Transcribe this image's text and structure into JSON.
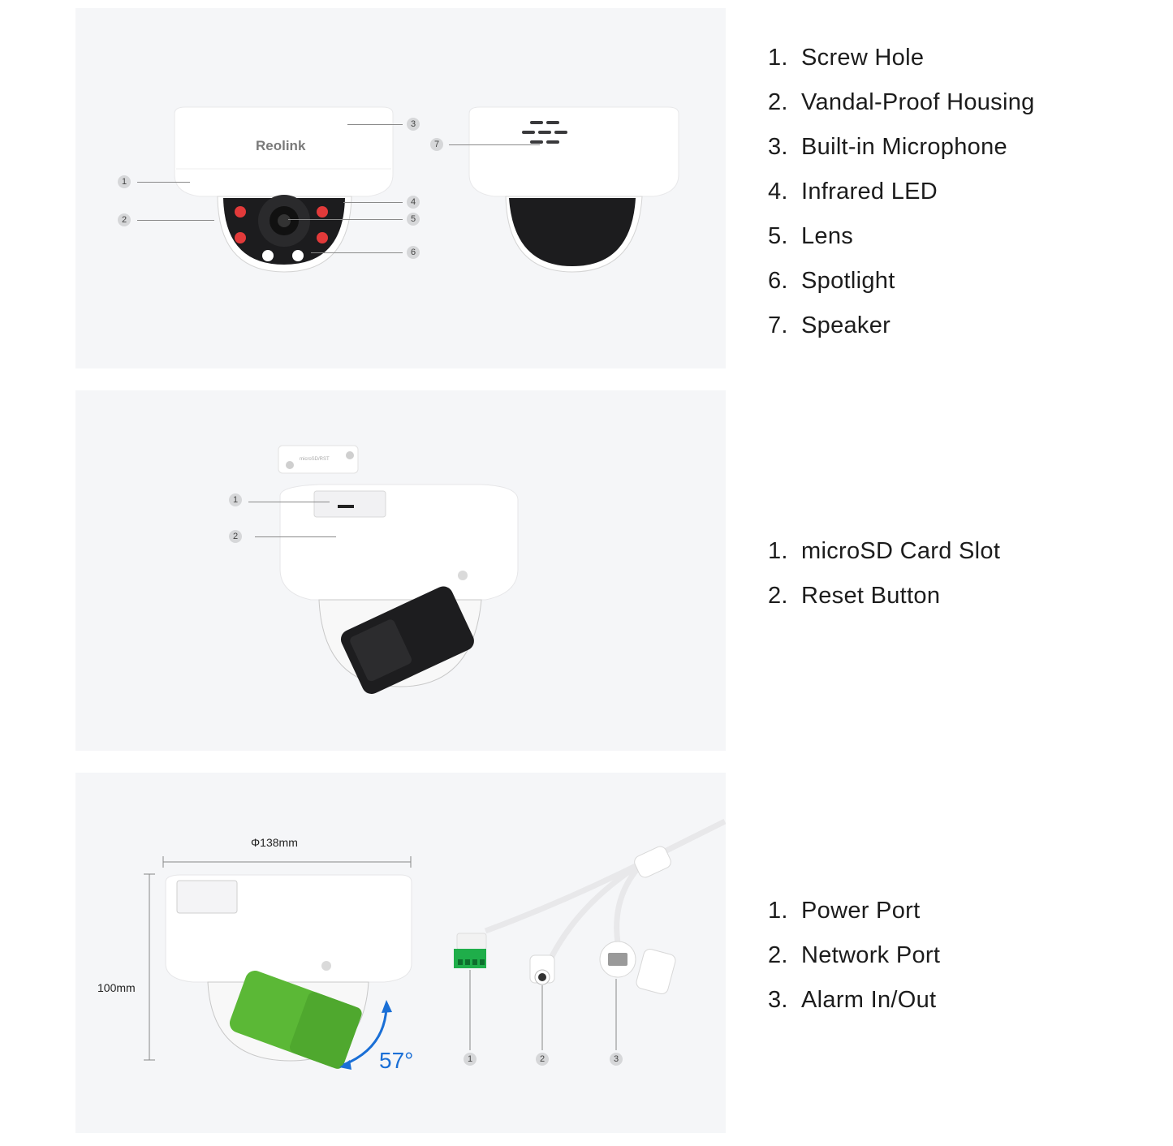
{
  "sections": [
    {
      "id": "overview",
      "image": {
        "brand_logo_text": "Reolink",
        "front_callouts": [
          "1",
          "2",
          "3",
          "4",
          "5",
          "6"
        ],
        "back_callouts": [
          "7"
        ]
      },
      "legend": [
        {
          "num": "1.",
          "label": "Screw Hole"
        },
        {
          "num": "2.",
          "label": "Vandal-Proof Housing"
        },
        {
          "num": "3.",
          "label": "Built-in Microphone"
        },
        {
          "num": "4.",
          "label": "Infrared LED"
        },
        {
          "num": "5.",
          "label": "Lens"
        },
        {
          "num": "6.",
          "label": "Spotlight"
        },
        {
          "num": "7.",
          "label": "Speaker"
        }
      ]
    },
    {
      "id": "slot",
      "image": {
        "cover_text": "microSD/RST",
        "callouts": [
          "1",
          "2"
        ]
      },
      "legend": [
        {
          "num": "1.",
          "label": "microSD Card Slot"
        },
        {
          "num": "2.",
          "label": "Reset Button"
        }
      ]
    },
    {
      "id": "dimensions-ports",
      "image": {
        "diameter": "Φ138mm",
        "height": "100mm",
        "tilt_angle": "57°",
        "callouts": [
          "1",
          "2",
          "3"
        ]
      },
      "legend": [
        {
          "num": "1.",
          "label": "Power Port"
        },
        {
          "num": "2.",
          "label": "Network Port"
        },
        {
          "num": "3.",
          "label": "Alarm In/Out"
        }
      ]
    }
  ],
  "colors": {
    "panel_bg": "#f5f6f8",
    "ir_led": "#e23a3a",
    "tilt_green": "#5bb836",
    "terminal_green": "#1fae4a",
    "angle_blue": "#1a6fd6"
  }
}
